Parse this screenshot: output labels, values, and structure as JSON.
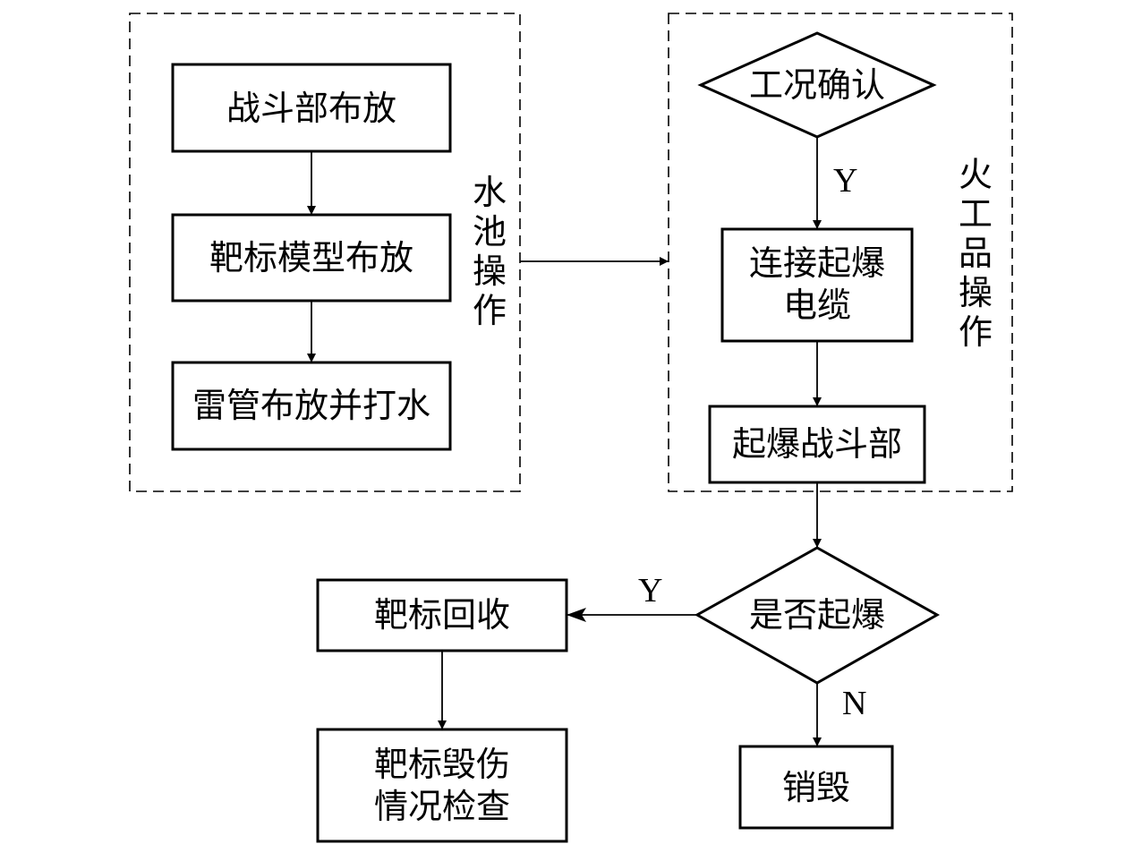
{
  "groups": {
    "pool": {
      "label_chars": [
        "水",
        "池",
        "操",
        "作"
      ]
    },
    "pyro": {
      "label_chars": [
        "火",
        "工",
        "品",
        "操",
        "作"
      ]
    }
  },
  "nodes": {
    "warhead_place": "战斗部布放",
    "target_model_place": "靶标模型布放",
    "detonator_place": "雷管布放并打水",
    "condition_check": "工况确认",
    "connect_cable_line1": "连接起爆",
    "connect_cable_line2": "电缆",
    "detonate_warhead": "起爆战斗部",
    "detonated_decision": "是否起爆",
    "target_recovery": "靶标回收",
    "damage_check_line1": "靶标毁伤",
    "damage_check_line2": "情况检查",
    "destroy": "销毁"
  },
  "edge_labels": {
    "condition_yes": "Y",
    "decision_yes": "Y",
    "decision_no": "N"
  }
}
